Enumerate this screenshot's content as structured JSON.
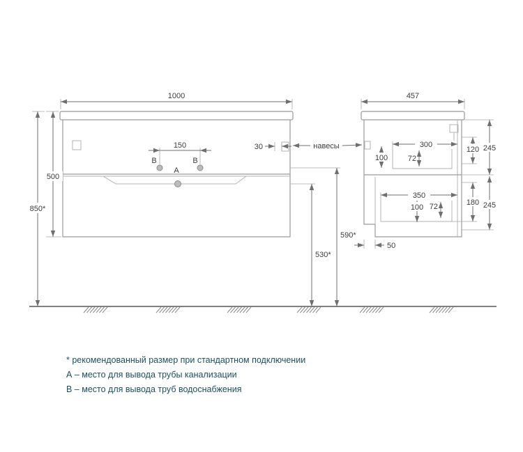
{
  "front_view": {
    "width": "1000",
    "height": "500",
    "mount_height": "850*",
    "outlet_spacing": "150",
    "hanger_inset": "30",
    "marker_a": "А",
    "marker_b": "В"
  },
  "side_view": {
    "depth": "457",
    "hangers_label": "навесы",
    "top_drawer_depth": "300",
    "top_drawer_front": "100",
    "top_drawer_inner": "72",
    "top_gap": "120",
    "top_zone": "245",
    "bottom_drawer_depth": "350",
    "bottom_drawer_front": "100",
    "bottom_drawer_inner": "72",
    "bottom_gap": "180",
    "bottom_zone": "245",
    "plinth_recess": "50"
  },
  "heights": {
    "supply": "590*",
    "drain": "530*"
  },
  "notes": {
    "recommended": "* рекомендованный размер при стандартном подключении",
    "note_a": "А – место для вывода трубы канализации",
    "note_b": "В – место для вывода труб водоснабжения"
  }
}
